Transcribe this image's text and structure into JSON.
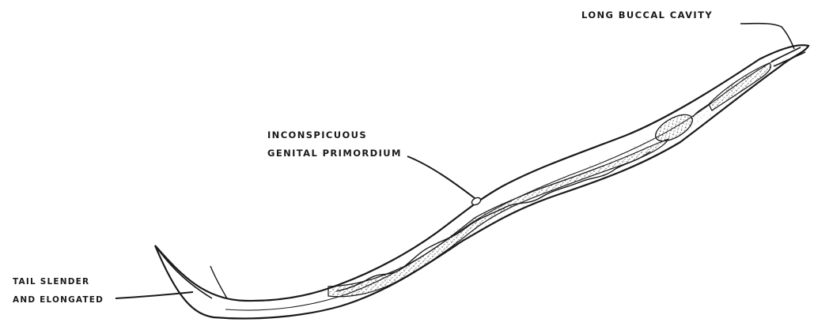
{
  "figure": {
    "subject": "nematode-drawing",
    "ink_color": "#1a1a1a",
    "background": "#ffffff"
  },
  "labels": {
    "buccal": {
      "line1": "LONG BUCCAL CAVITY"
    },
    "genital": {
      "line1": "INCONSPICUOUS",
      "line2": "GENITAL PRIMORDIUM"
    },
    "tail": {
      "line1": "TAIL SLENDER",
      "line2": "AND ELONGATED"
    }
  }
}
